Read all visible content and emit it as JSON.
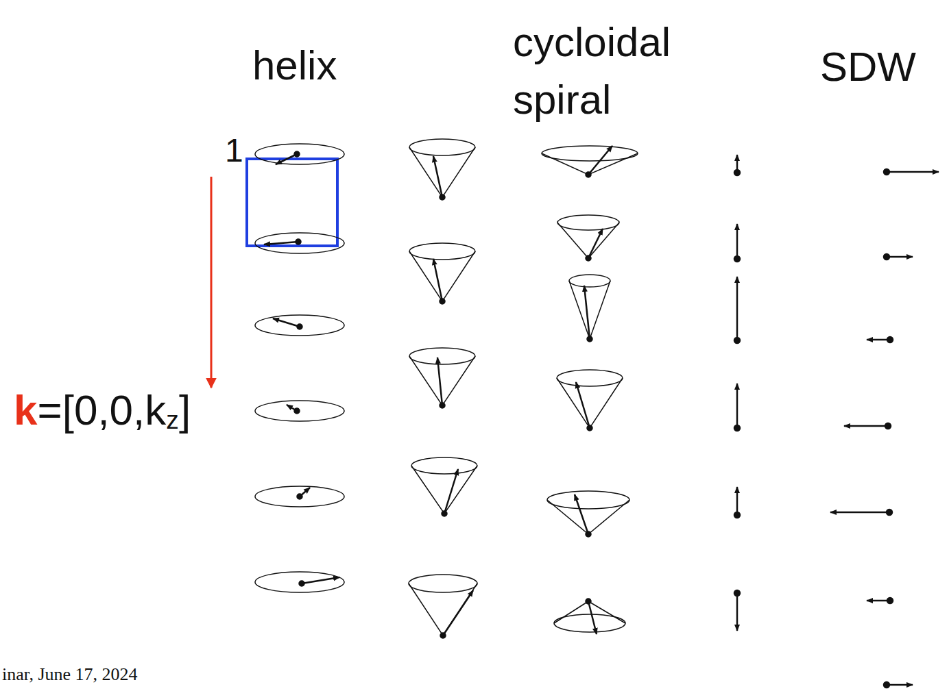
{
  "diagram": {
    "labels": [
      "helix",
      "cycloidal spiral",
      "SDW",
      "1",
      "k",
      "=[0,0,k",
      "z",
      "]",
      "inar, June 17, 2024"
    ]
  }
}
